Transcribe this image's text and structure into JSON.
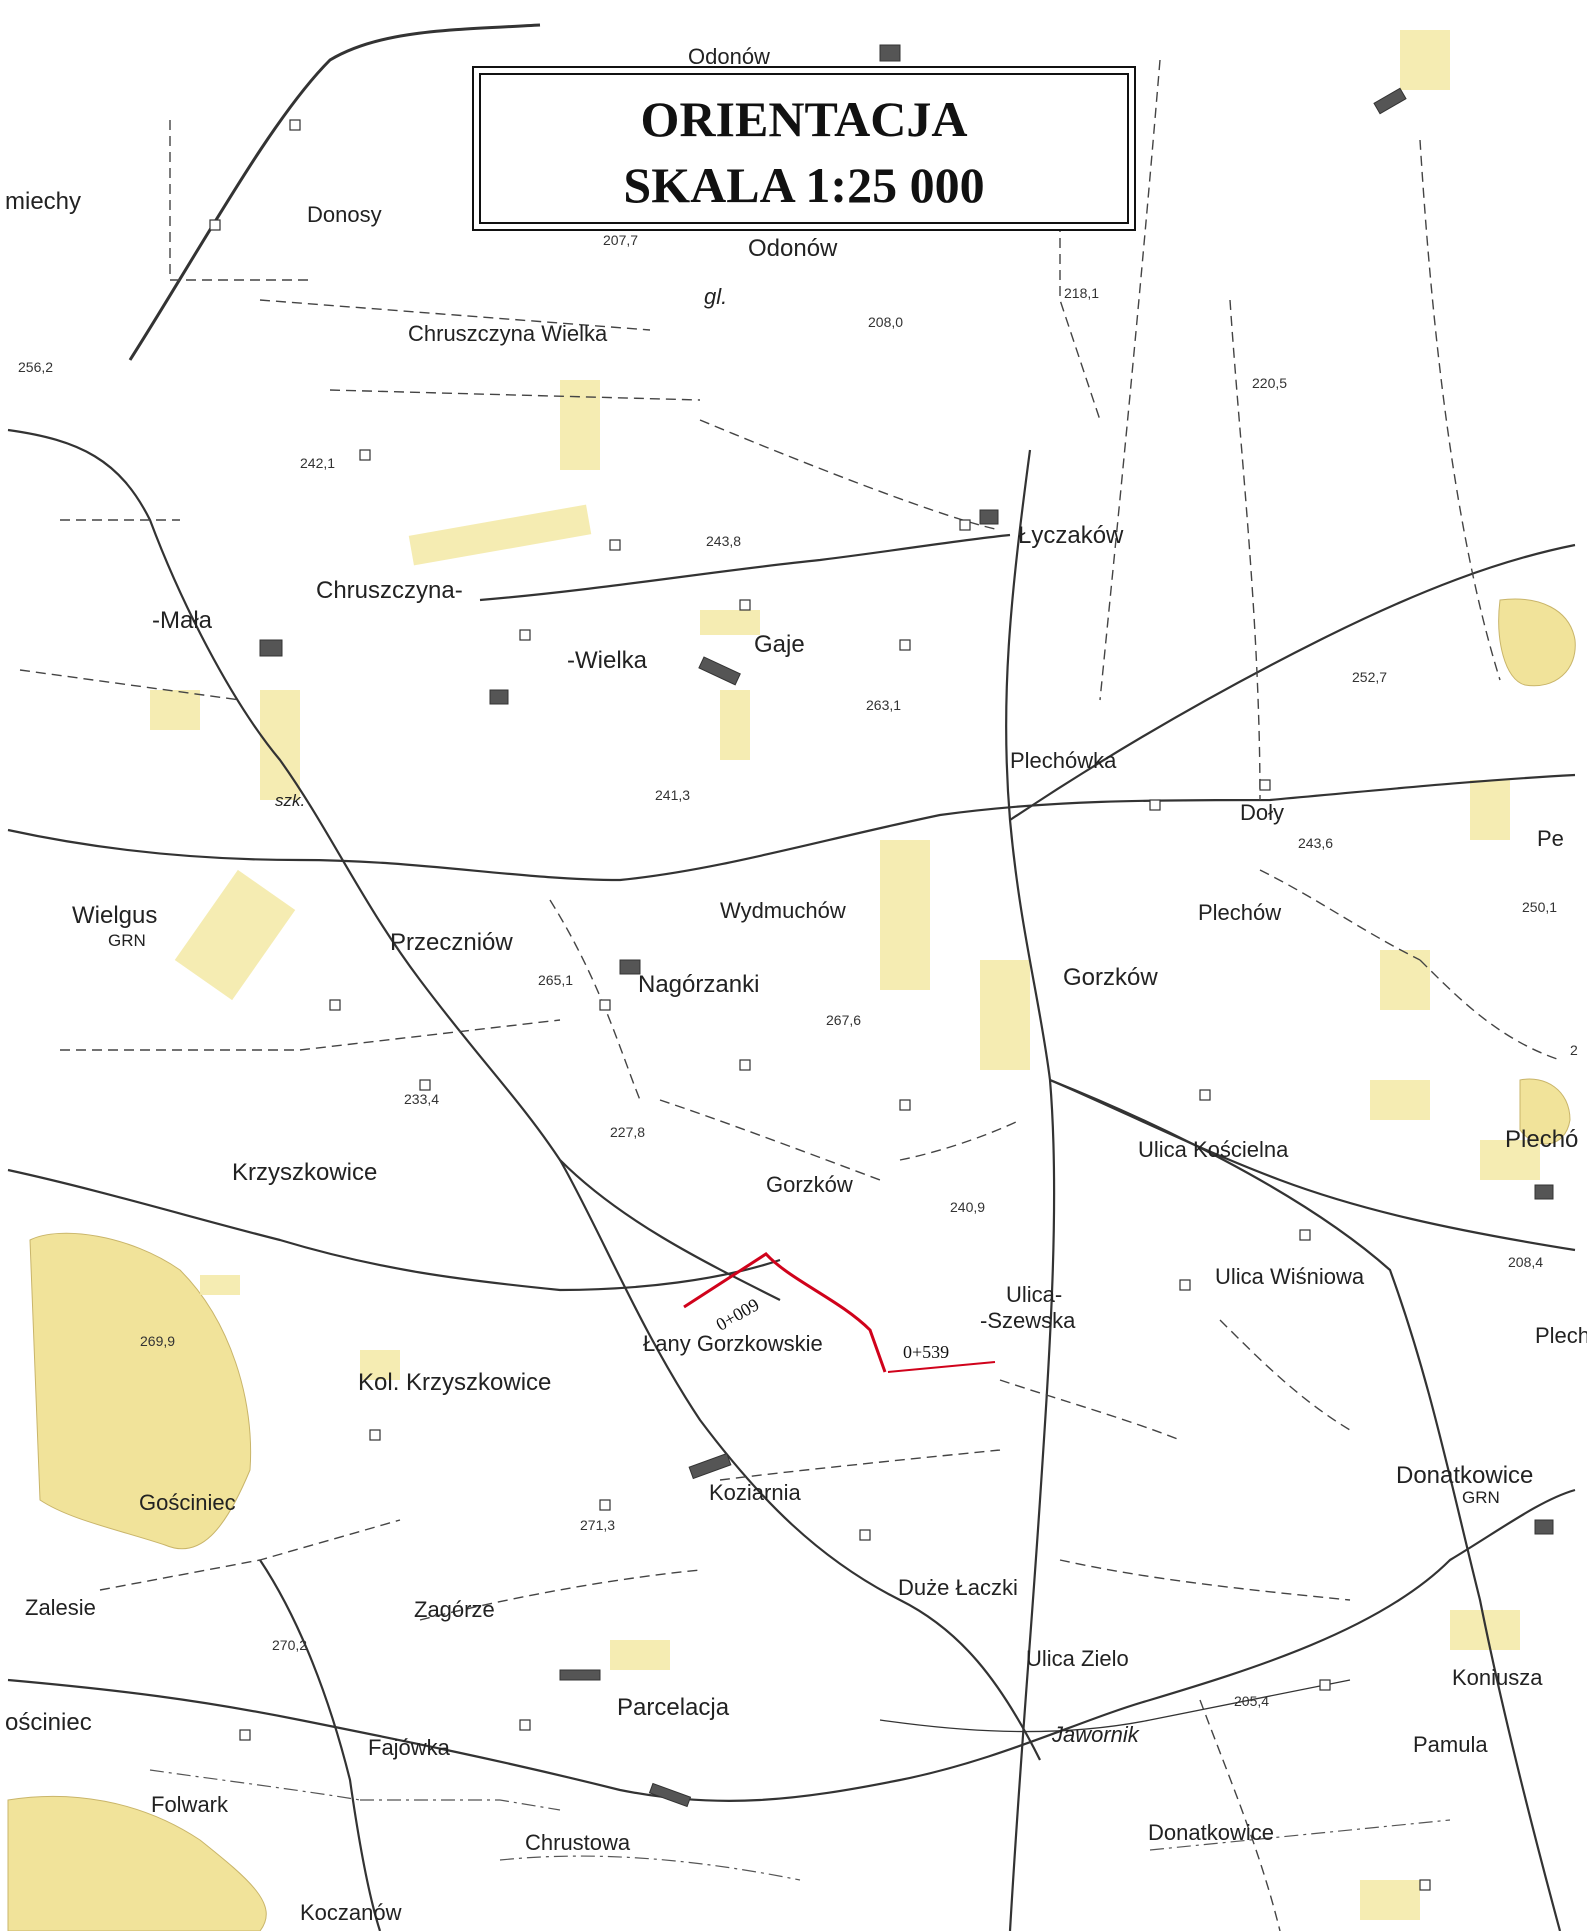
{
  "title": {
    "line1": "ORIENTACJA",
    "line2": "SKALA 1:25 000"
  },
  "places": {
    "odonow_top": "Odonów",
    "odonow": "Odonów",
    "miechy": "miechy",
    "donosy": "Donosy",
    "chruszczyna_wielka_n": "Chruszczyna Wielka",
    "chruszczyna": "Chruszczyna-",
    "mala": "-Mała",
    "wielka": "-Wielka",
    "gaje": "Gaje",
    "lyczakow": "Łyczaków",
    "plechowka": "Plechówka",
    "doly": "Doły",
    "pe": "Pe",
    "plechow": "Plechów",
    "plecho": "Plechó",
    "plech": "Plech",
    "szk": "szk.",
    "gl": "gl.",
    "wielgus": "Wielgus",
    "grn1": "GRN",
    "przeczniow": "Przeczniów",
    "wydmuchow": "Wydmuchów",
    "nagorzanki": "Nagórzanki",
    "gorzkow": "Gorzków",
    "gorzkow_small": "Gorzków",
    "krzyszkowice": "Krzyszkowice",
    "ulica_koscielna": "Ulica Kościelna",
    "ulica_wisniowa": "Ulica Wiśniowa",
    "ulica_szewska_1": "Ulica-",
    "ulica_szewska_2": "-Szewska",
    "lany": "Łany Gorzkowskie",
    "kol_krzyszkowice": "Kol. Krzyszkowice",
    "gosciniec": "Gościniec",
    "gosciniec_w": "ościniec",
    "koziarnia": "Koziarnia",
    "duze_laczki": "Duże Łaczki",
    "donatkowice": "Donatkowice",
    "grn2": "GRN",
    "zalesie": "Zalesie",
    "zagorze": "Zagórze",
    "ulica_zielo": "Ulica Zielo",
    "koniusza": "Koniusza",
    "parcelacja": "Parcelacja",
    "fajowka": "Fajówka",
    "jawornik": "Jawornik",
    "pamula": "Pamula",
    "folwark": "Folwark",
    "chrustowa": "Chrustowa",
    "donatkowice_s": "Donatkowice",
    "koczanow": "Koczanów"
  },
  "elevations": {
    "e207": "207,7",
    "e218": "218,1",
    "e208": "208,0",
    "e256": "256,2",
    "e220": "220,5",
    "e242": "242,1",
    "e243_8": "243,8",
    "e252": "252,7",
    "e263": "263,1",
    "e241": "241,3",
    "e243_6": "243,6",
    "e250": "250,1",
    "e265": "265,1",
    "e267": "267,6",
    "e233": "233,4",
    "e227": "227,8",
    "e240": "240,9",
    "e208_4": "208,4",
    "e269": "269,9",
    "e271": "271,3",
    "e270": "270,2",
    "e205": "205,4",
    "e2": "2"
  },
  "chainage": {
    "start": "0+009",
    "end": "0+539"
  },
  "colors": {
    "route": "#d0021b",
    "settlement": "#f3e9a4",
    "woodland": "#f1e39a"
  }
}
